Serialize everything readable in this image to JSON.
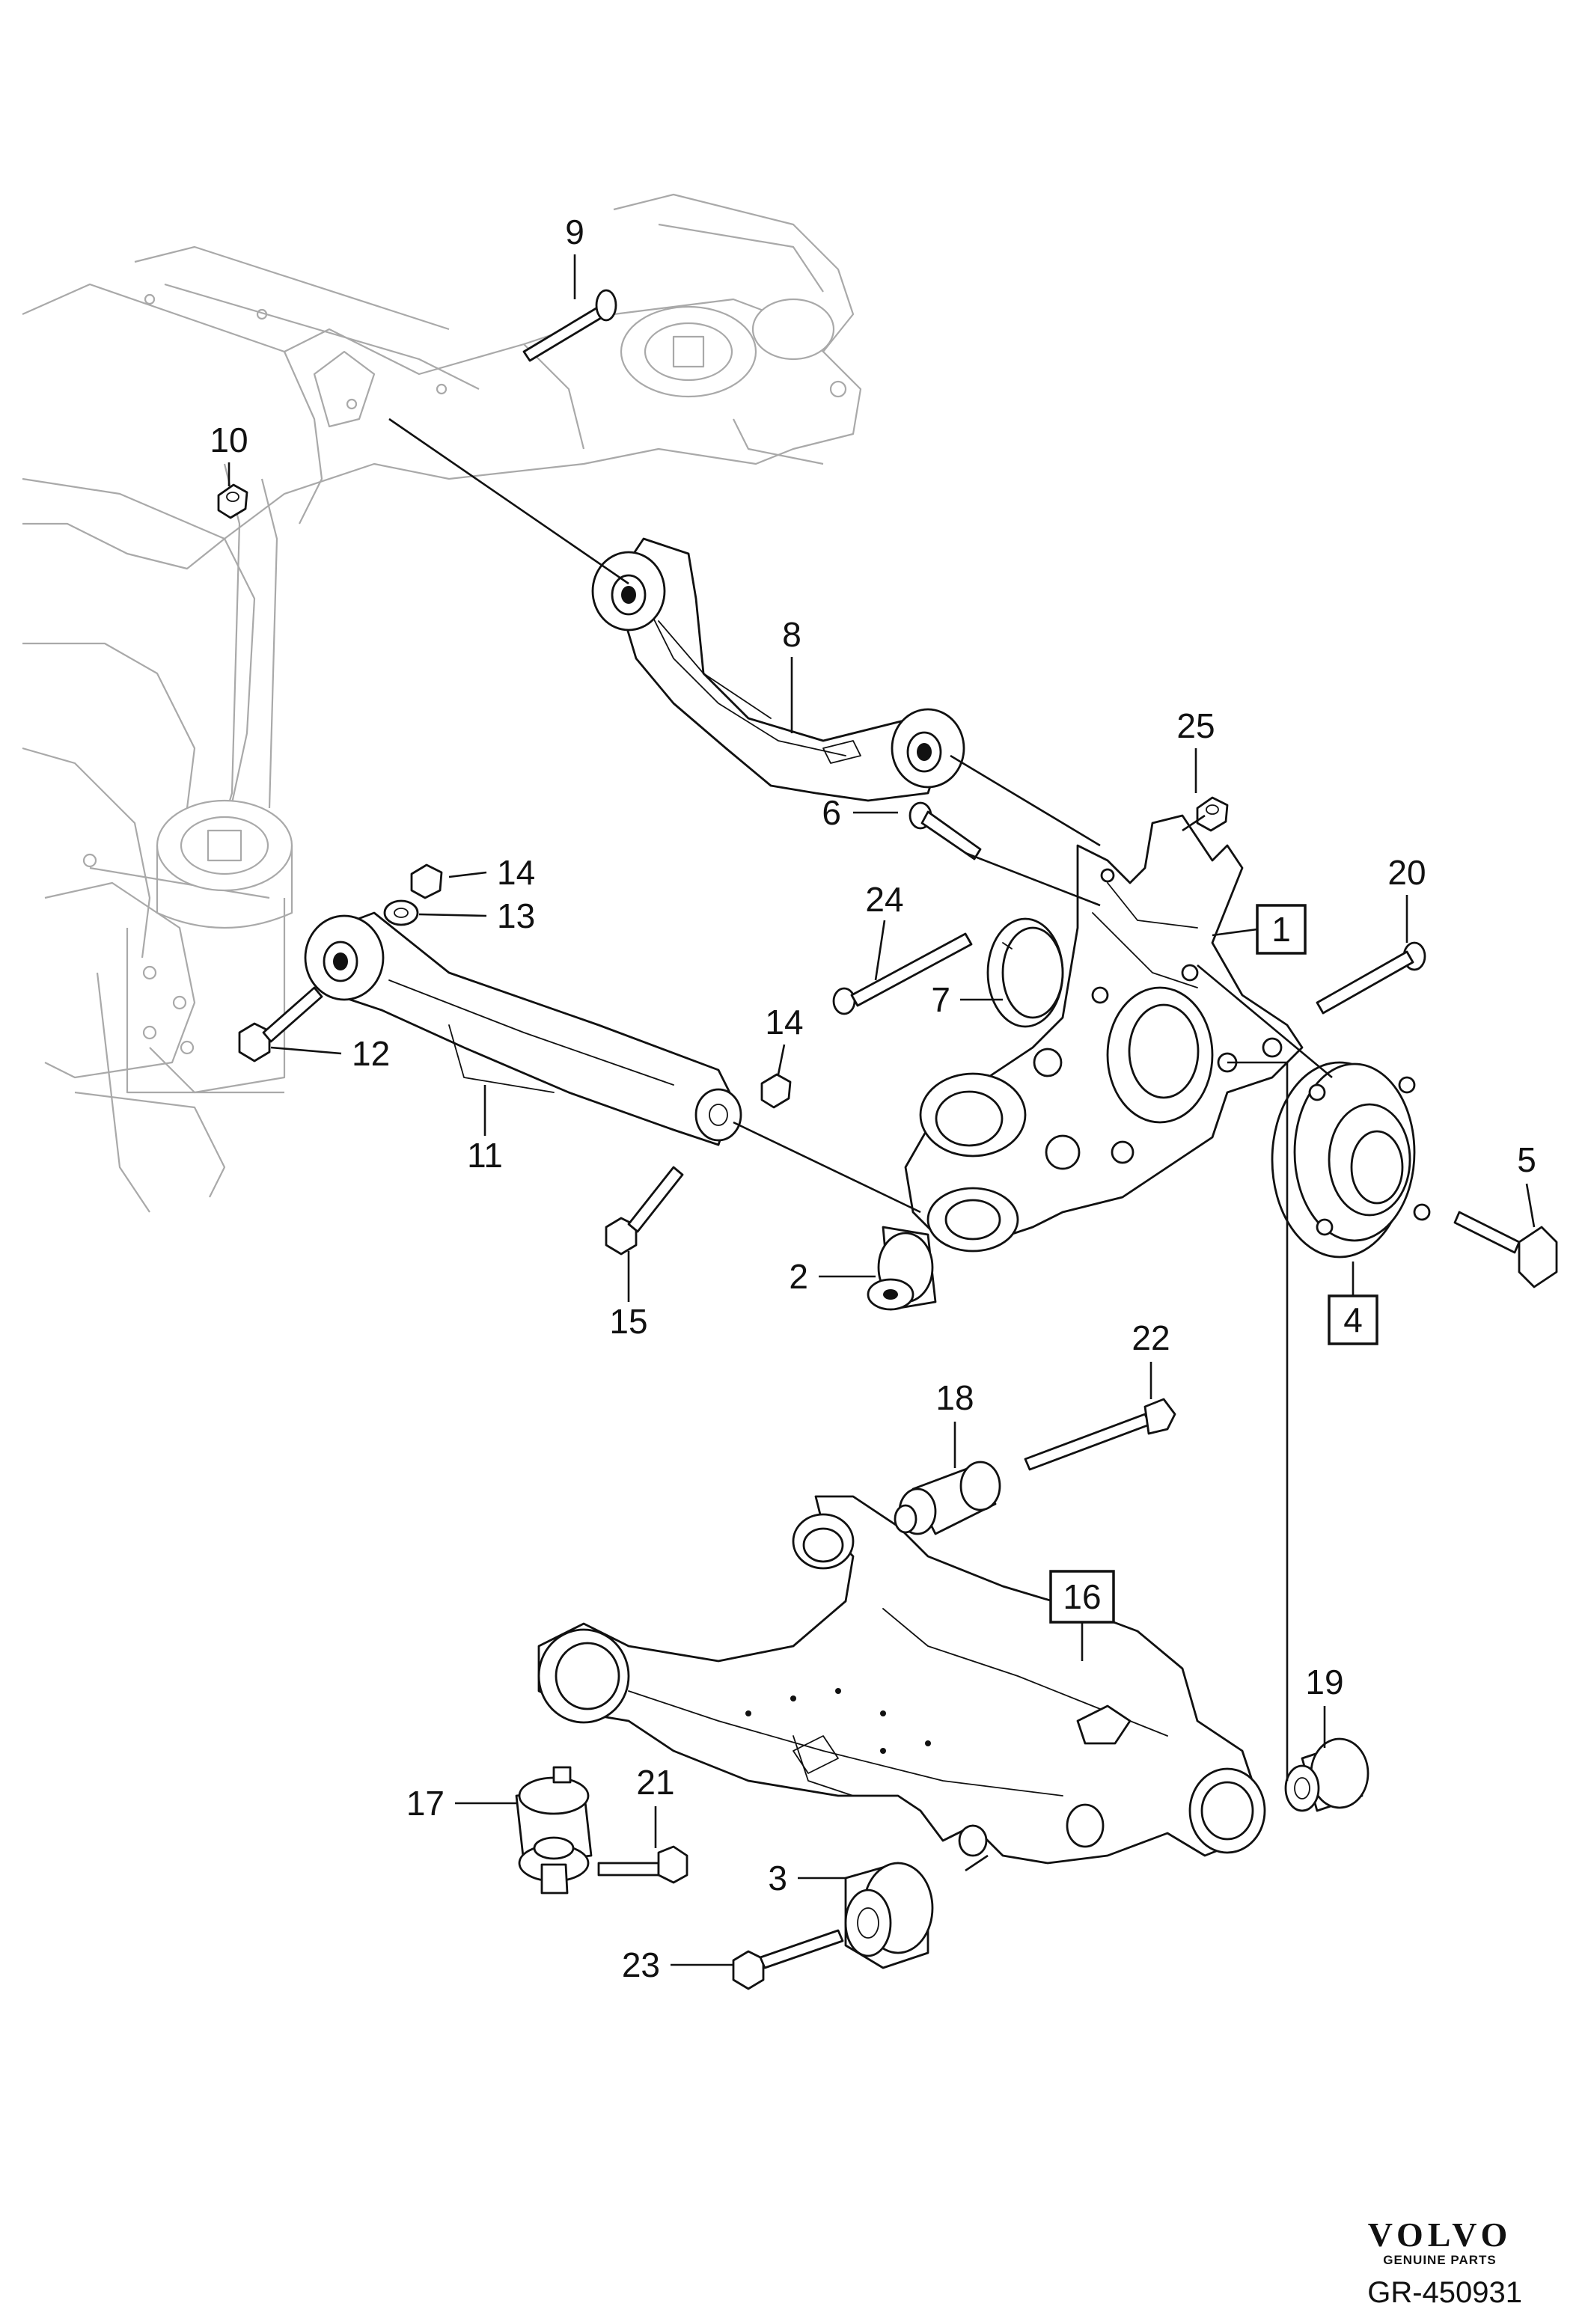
{
  "callouts": {
    "c1": "1",
    "c2": "2",
    "c3": "3",
    "c4": "4",
    "c5": "5",
    "c6": "6",
    "c7": "7",
    "c8": "8",
    "c9": "9",
    "c10": "10",
    "c11": "11",
    "c12": "12",
    "c13": "13",
    "c14a": "14",
    "c14b": "14",
    "c15": "15",
    "c16": "16",
    "c17": "17",
    "c18": "18",
    "c19": "19",
    "c20": "20",
    "c21": "21",
    "c22": "22",
    "c23": "23",
    "c24": "24",
    "c25": "25"
  },
  "boxed_callouts": [
    "1",
    "4",
    "16"
  ],
  "brand": {
    "name": "VOLVO",
    "tagline": "GENUINE PARTS"
  },
  "figure_ref": "GR-450931",
  "colors": {
    "ink": "#111111",
    "ghost_lines": "#a9a9a9",
    "background": "#ffffff"
  }
}
